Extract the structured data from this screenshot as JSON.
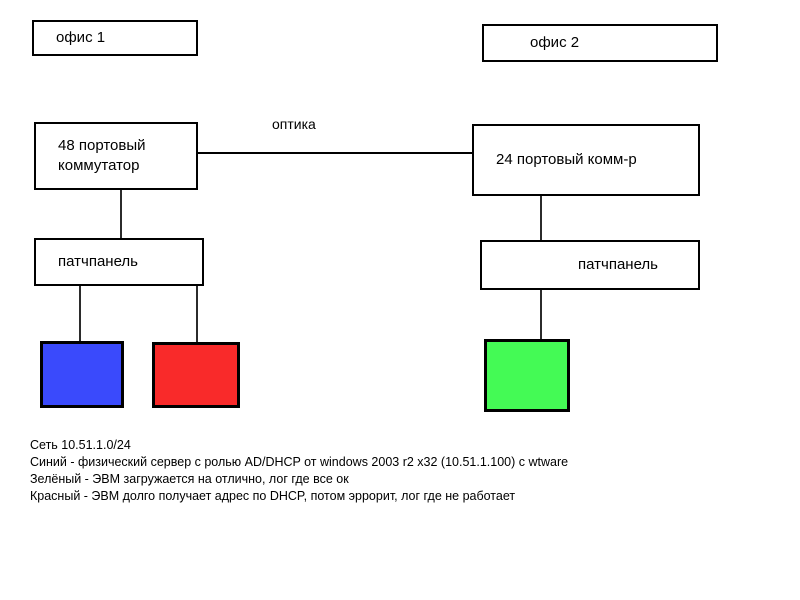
{
  "diagram": {
    "offices": [
      {
        "id": "office-1",
        "label": "офис 1"
      },
      {
        "id": "office-2",
        "label": "офис 2"
      }
    ],
    "switches": [
      {
        "id": "switch-48",
        "label": "48 портовый\nкоммутатор"
      },
      {
        "id": "switch-24",
        "label": "24 портовый комм-р"
      }
    ],
    "patch_panels": [
      {
        "id": "patch-panel-left",
        "label": "патчпанель"
      },
      {
        "id": "patch-panel-right",
        "label": "патчпанель"
      }
    ],
    "link_label": "оптика",
    "endpoints": [
      {
        "id": "endpoint-blue",
        "color": "#3A4AFC",
        "role": "blue-host"
      },
      {
        "id": "endpoint-red",
        "color": "#F92A2A",
        "role": "red-host"
      },
      {
        "id": "endpoint-green",
        "color": "#44FA55",
        "role": "green-host"
      }
    ],
    "legend": [
      "Сеть 10.51.1.0/24",
      "Синий - физический сервер с ролью AD/DHCP от windows 2003 r2 x32 (10.51.1.100) с wtware",
      "Зелёный - ЭВМ загружается на отлично, лог где все ок",
      "Красный - ЭВМ долго получает адрес по DHCP, потом эррорит, лог где не работает"
    ]
  },
  "colors": {
    "stroke": "#000000",
    "background": "#ffffff",
    "blue": "#3A4AFC",
    "red": "#F92A2A",
    "green": "#44FA55"
  }
}
